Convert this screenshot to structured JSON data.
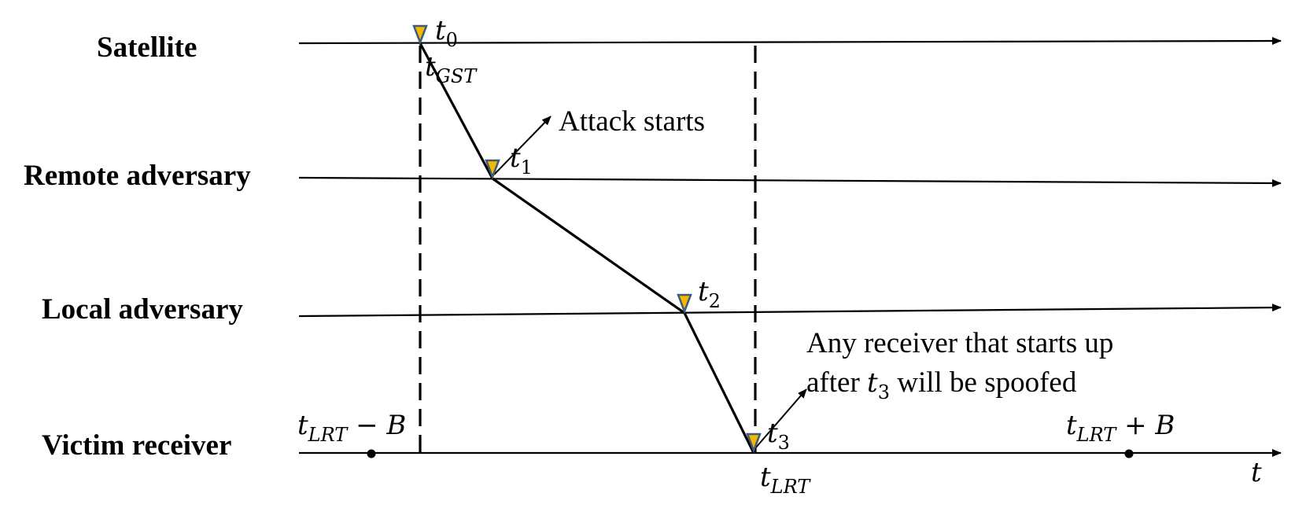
{
  "lanes": {
    "satellite": "Satellite",
    "remote": "Remote adversary",
    "local": "Local adversary",
    "victim": "Victim receiver"
  },
  "events": {
    "t0": {
      "base": "t",
      "sub": "0"
    },
    "t_gst": {
      "base": "t",
      "sub": "GST"
    },
    "t1": {
      "base": "t",
      "sub": "1"
    },
    "t2": {
      "base": "t",
      "sub": "2"
    },
    "t3": {
      "base": "t",
      "sub": "3"
    },
    "t_lrt": {
      "base": "t",
      "sub": "LRT"
    }
  },
  "bounds": {
    "lower": {
      "base": "t",
      "sub": "LRT",
      "suffix": " − B"
    },
    "upper": {
      "base": "t",
      "sub": "LRT",
      "suffix": " + B"
    }
  },
  "annotations": {
    "attack_starts": "Attack starts",
    "spoof_line1": "Any receiver that starts up",
    "spoof_line2_prefix": "after ",
    "spoof_line2_var": {
      "base": "t",
      "sub": "3"
    },
    "spoof_line2_suffix": " will be spoofed"
  },
  "axis_label": "t",
  "colors": {
    "marker_fill": "#F5B800",
    "marker_stroke": "#3E5C7A",
    "line": "#000000"
  }
}
